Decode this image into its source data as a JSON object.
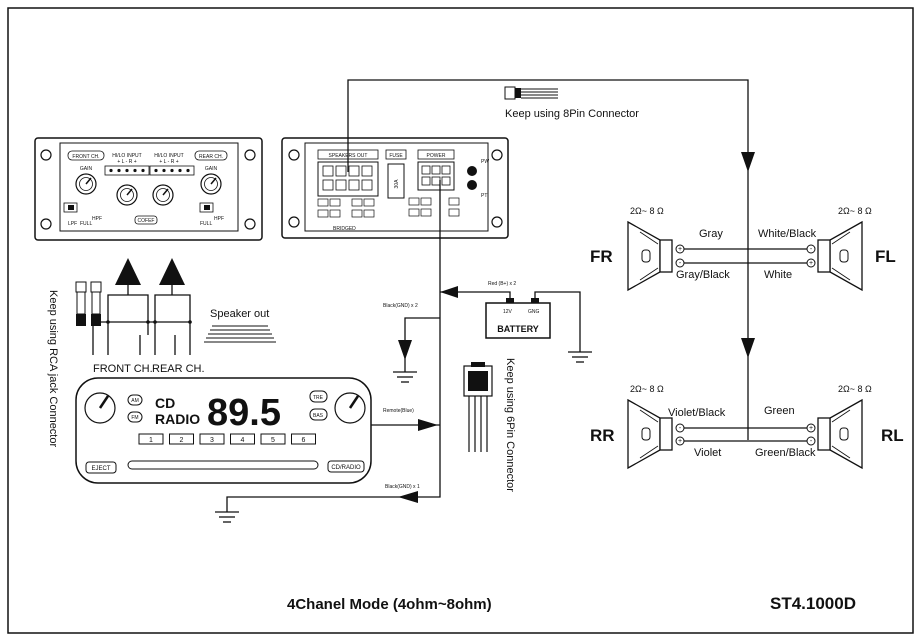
{
  "title": "4Chanel Mode (4ohm~8ohm)",
  "model": "ST4.1000D",
  "connector_8pin": "Keep using 8Pin Connector",
  "connector_6pin": "Keep using 6Pin Connector",
  "connector_rca": "Keep using RCA jack Connector",
  "amp_left": {
    "front_ch": "FRONT CH.",
    "rear_ch": "REAR CH.",
    "hilo_input_1": "HI/LO INPUT",
    "hilo_input_2": "HI/LO INPUT",
    "hilo_pins": "+ L - R +",
    "gain": "GAIN",
    "cofef": "COFEF",
    "full": "FULL",
    "hpf": "HPF",
    "lpf": "LPF"
  },
  "amp_right": {
    "speakers_out": "SPEAKERS OUT",
    "fuse": "FUSE",
    "fuse_value": "30A",
    "power": "POWER",
    "pw": "PW",
    "pt": "PT",
    "bridged": "BRIDGED"
  },
  "battery": {
    "label": "BATTERY",
    "v12": "12V",
    "gng": "GNG",
    "red": "Red (B+) x 2"
  },
  "wires": {
    "black_gnd_2": "Black(GND) x 2",
    "black_gnd_1": "Black(GND) x 1",
    "remote": "Remote(Blue)",
    "speaker_out": "Speaker out"
  },
  "rca": {
    "front": "FRONT CH.",
    "rear": "REAR CH."
  },
  "radio": {
    "cd": "CD",
    "radio": "RADIO",
    "freq": "89.5",
    "am": "AM",
    "fm": "FM",
    "tre": "TRE",
    "bas": "BAS",
    "presets": [
      "1",
      "2",
      "3",
      "4",
      "5",
      "6"
    ],
    "eject": "EJECT",
    "cd_radio": "CD/RADIO"
  },
  "speakers": {
    "fr": "FR",
    "fl": "FL",
    "rr": "RR",
    "rl": "RL",
    "imp_fr": "2Ω~ 8 Ω",
    "imp_fl": "2Ω~ 8 Ω",
    "imp_rr": "2Ω~ 8 Ω",
    "imp_rl": "2Ω~ 8 Ω",
    "front_top_left": "Gray",
    "front_top_right": "White/Black",
    "front_bot_left": "Gray/Black",
    "front_bot_right": "White",
    "rear_top_left": "Violet/Black",
    "rear_top_right": "Green",
    "rear_bot_left": "Violet",
    "rear_bot_right": "Green/Black"
  }
}
